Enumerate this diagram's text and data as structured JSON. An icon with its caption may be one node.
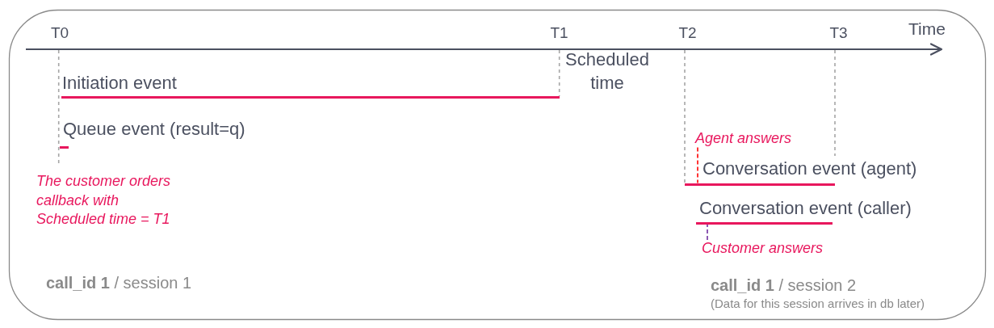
{
  "diagram": {
    "nodes": [
      {
        "text": [],
        "shape": "bar",
        "beside": [
          "Initiation event"
        ]
      },
      {
        "text": [],
        "shape": "bar",
        "beside": [
          "Queue event (result=q)"
        ]
      },
      {
        "text": [
          "Agent answers"
        ]
      },
      {
        "text": [],
        "shape": "bar",
        "beside": [
          "Conversation event (agent)"
        ]
      },
      {
        "text": [],
        "shape": "bar",
        "beside": [
          "Conversation event (caller)"
        ]
      },
      {
        "text": [
          "Customer answers"
        ]
      }
    ],
    "edges": [
      {
        "from": 2,
        "to": 3,
        "arrow": "none",
        "style": "dashed",
        "color": "#ff0000"
      },
      {
        "from": 5,
        "to": 4,
        "arrow": "none",
        "style": "dashed",
        "color": "#7030a0"
      }
    ],
    "labels": [
      "T0",
      "T1",
      "T2",
      "T3",
      "Time",
      "Scheduled time",
      "The customer orders callback with Scheduled time = T1",
      "**call_id 1** / session 1",
      "**call_id 1** / session 2",
      "(Data for this session arrives in db later)"
    ]
  }
}
